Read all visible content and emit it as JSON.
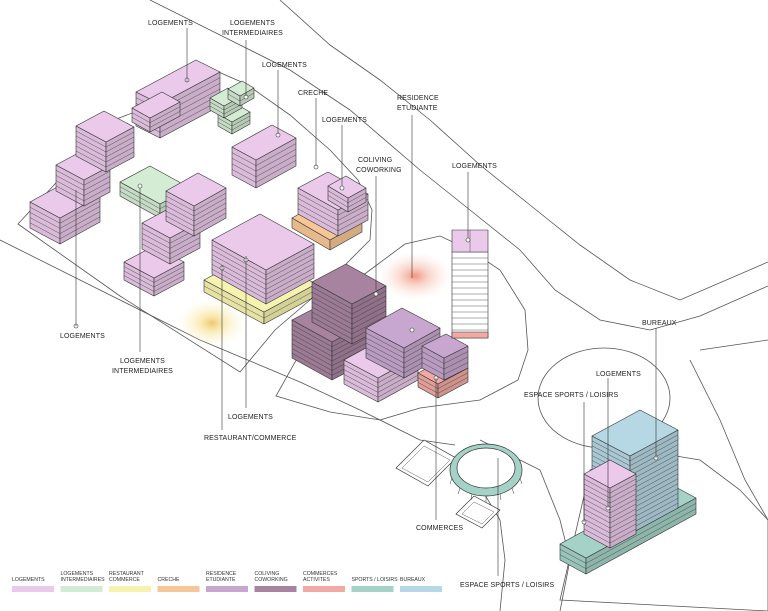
{
  "colors": {
    "logements": "#eac9ea",
    "logements_intermediaires": "#d4ecd4",
    "restaurant_commerce": "#f6f3b0",
    "creche": "#f6c796",
    "residence_etudiante": "#c7a7cf",
    "coliving_coworking": "#a7839f",
    "commerces_activites": "#f1aaa3",
    "sports_loisirs": "#a5d2c6",
    "bureaux": "#b6d7e4"
  },
  "labels": {
    "logements_top": "LOGEMENTS",
    "logements_intermediaires_top_1": "LOGEMENTS",
    "logements_intermediaires_top_2": "INTERMEDIAIRES",
    "logements_mid": "LOGEMENTS",
    "creche": "CRECHE",
    "logements_center": "LOGEMENTS",
    "residence_etudiante_1": "RESIDENCE",
    "residence_etudiante_2": "ETUDIANTE",
    "coliving_1": "COLIVING",
    "coliving_2": "COWORKING",
    "logements_right": "LOGEMENTS",
    "logements_left": "LOGEMENTS",
    "logements_intermediaires_bottom_1": "LOGEMENTS",
    "logements_intermediaires_bottom_2": "INTERMEDIAIRES",
    "logements_bottom": "LOGEMENTS",
    "restaurant_commerce": "RESTAURANT/COMMERCE",
    "commerces": "COMMERCES",
    "espace_sports_bottom": "ESPACE SPORTS / LOISIRS",
    "bureaux": "BUREAUX",
    "logements_east": "LOGEMENTS",
    "espace_sports_east": "ESPACE SPORTS / LOISIRS"
  },
  "legend": [
    {
      "line1": "LOGEMENTS",
      "line2": "",
      "color_key": "logements"
    },
    {
      "line1": "LOGEMENTS",
      "line2": "INTERMEDIAIRES",
      "color_key": "logements_intermediaires"
    },
    {
      "line1": "RESTAURANT",
      "line2": "COMMERCE",
      "color_key": "restaurant_commerce"
    },
    {
      "line1": "CRECHE",
      "line2": "",
      "color_key": "creche"
    },
    {
      "line1": "RESIDENCE",
      "line2": "ETUDIANTE",
      "color_key": "residence_etudiante"
    },
    {
      "line1": "COLIVING",
      "line2": "COWORKING",
      "color_key": "coliving_coworking"
    },
    {
      "line1": "COMMERCES",
      "line2": "ACTIVITES",
      "color_key": "commerces_activites"
    },
    {
      "line1": "SPORTS / LOISIRS",
      "line2": "",
      "color_key": "sports_loisirs"
    },
    {
      "line1": "BUREAUX",
      "line2": "",
      "color_key": "bureaux"
    }
  ]
}
